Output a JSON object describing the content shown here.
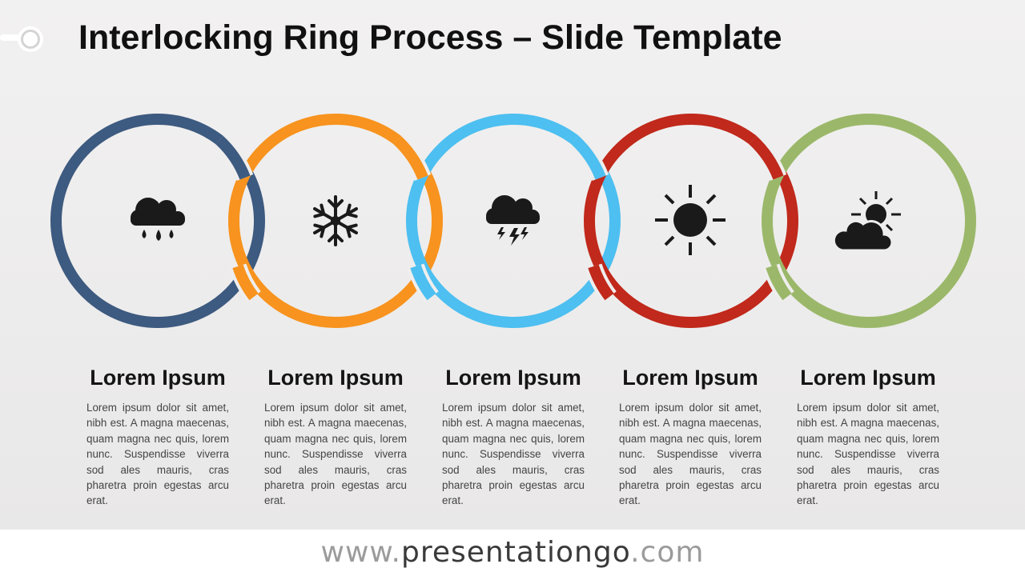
{
  "slide": {
    "title": "Interlocking Ring Process – Slide Template"
  },
  "steps": [
    {
      "title": "Lorem Ipsum",
      "text": "Lorem ipsum dolor sit amet, nibh est. A magna maecenas, quam magna nec quis, lorem nunc. Suspendisse viverra sod ales mauris, cras pharetra proin egestas arcu erat.",
      "icon": "rain-cloud-icon",
      "color": "#3d5a80"
    },
    {
      "title": "Lorem Ipsum",
      "text": "Lorem ipsum dolor sit amet, nibh est. A magna maecenas, quam magna nec quis, lorem nunc. Suspendisse viverra sod ales mauris, cras pharetra proin egestas arcu erat.",
      "icon": "snowflake-icon",
      "color": "#f7931e"
    },
    {
      "title": "Lorem Ipsum",
      "text": "Lorem ipsum dolor sit amet, nibh est. A magna maecenas, quam magna nec quis, lorem nunc. Suspendisse viverra sod ales mauris, cras pharetra proin egestas arcu erat.",
      "icon": "thunderstorm-cloud-icon",
      "color": "#4dbff0"
    },
    {
      "title": "Lorem Ipsum",
      "text": "Lorem ipsum dolor sit amet, nibh est. A magna maecenas, quam magna nec quis, lorem nunc. Suspendisse viverra sod ales mauris, cras pharetra proin egestas arcu erat.",
      "icon": "sun-icon",
      "color": "#c0291b"
    },
    {
      "title": "Lorem Ipsum",
      "text": "Lorem ipsum dolor sit amet, nibh est. A magna maecenas, quam magna nec quis, lorem nunc. Suspendisse viverra sod ales mauris, cras pharetra proin egestas arcu erat.",
      "icon": "partly-cloudy-icon",
      "color": "#9bb86a"
    }
  ],
  "footer": {
    "prefix": "www.",
    "brand": "presentationgo",
    "suffix": ".com"
  },
  "colors": {
    "icon": "#1a1a1a",
    "background": "#efeeee"
  }
}
